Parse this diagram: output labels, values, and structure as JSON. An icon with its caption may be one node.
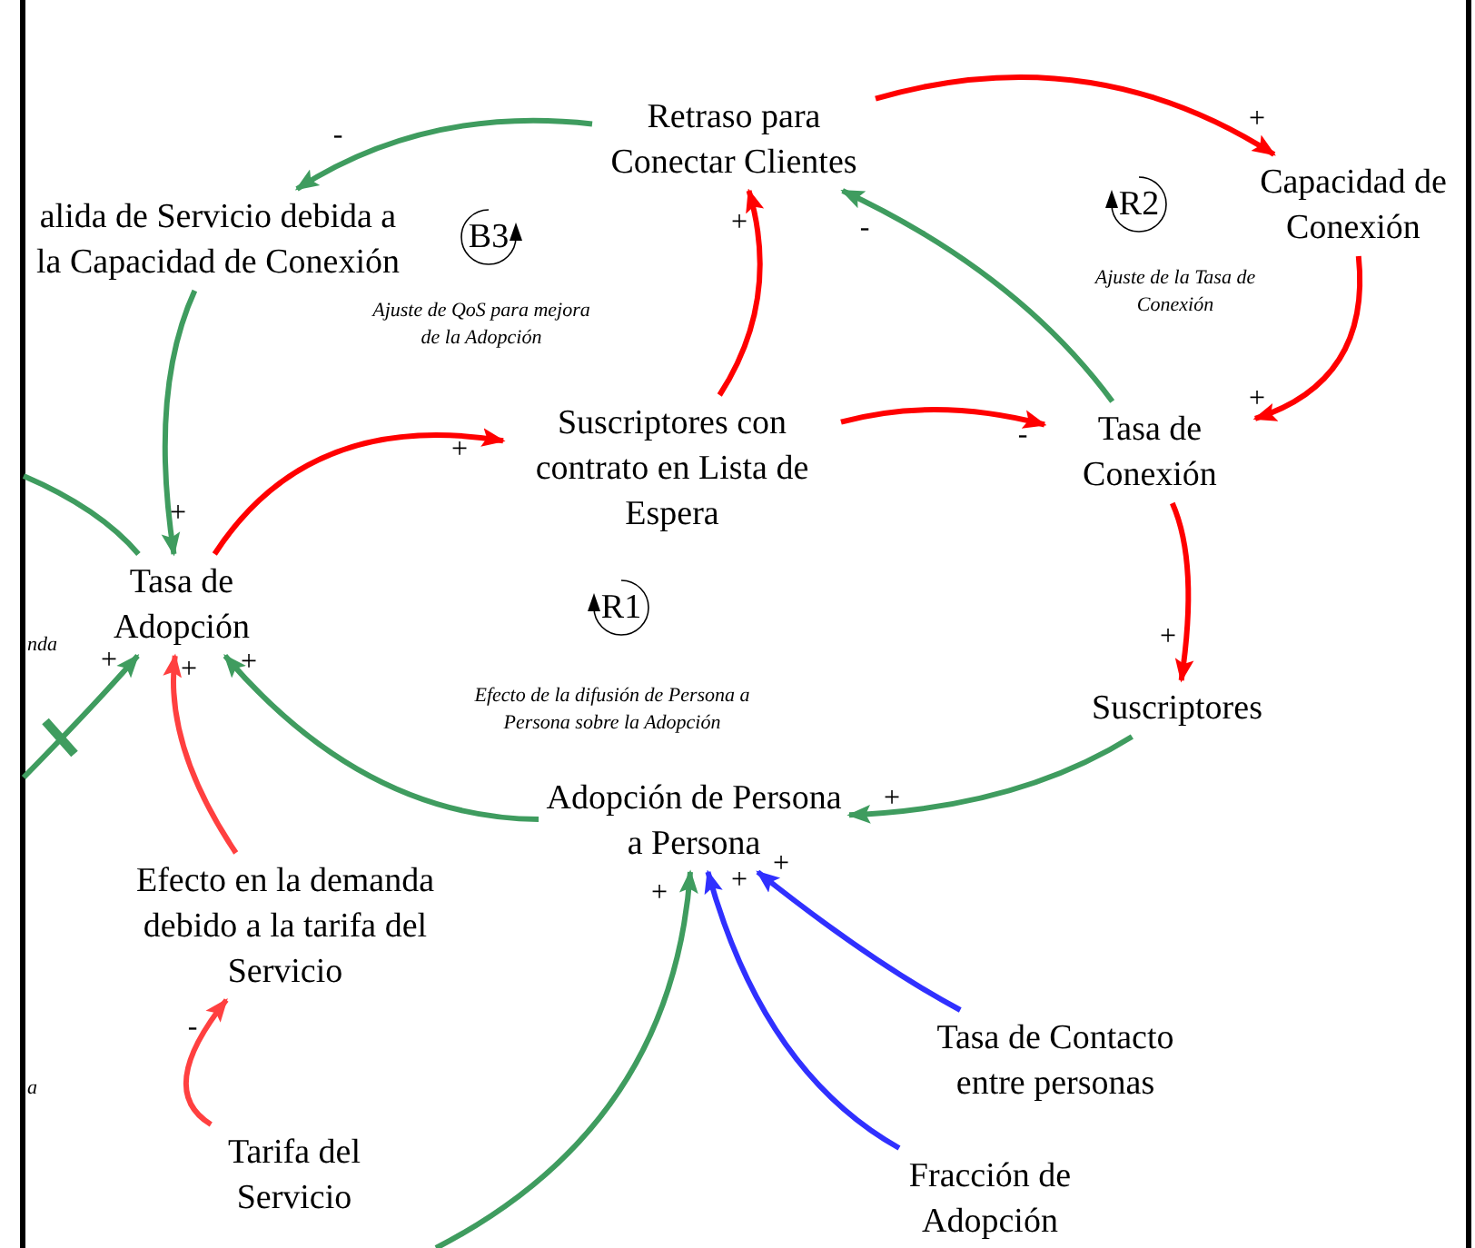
{
  "diagram": {
    "nodes": [
      {
        "text": [
          "Retraso para Conectar Clientes"
        ]
      },
      {
        "text": [
          "alida de Servicio debida a la Capacidad de Conexión"
        ]
      },
      {
        "text": [
          "Capacidad de Conexión"
        ]
      },
      {
        "text": [
          "Suscriptores con contrato en Lista de Espera"
        ]
      },
      {
        "text": [
          "Tasa de Conexión"
        ]
      },
      {
        "text": [
          "Tasa de Adopción"
        ]
      },
      {
        "text": [
          "Suscriptores"
        ]
      },
      {
        "text": [
          "Adopción de Persona a Persona"
        ]
      },
      {
        "text": [
          "Efecto en la demanda debido a la tarifa del Servicio"
        ]
      },
      {
        "text": [
          "Tasa de Contacto entre personas"
        ]
      },
      {
        "text": [
          "Tarifa del Servicio"
        ]
      },
      {
        "text": [
          "Fracción de Adopción"
        ]
      }
    ],
    "edges": [
      {
        "from": 0,
        "to": 1,
        "arrow": "to",
        "label": "-",
        "color": "#3f9c5f"
      },
      {
        "from": 1,
        "to": 5,
        "arrow": "to",
        "label": "+",
        "color": "#3f9c5f"
      },
      {
        "from": 5,
        "to": 3,
        "arrow": "to",
        "label": "+",
        "color": "#ff0000"
      },
      {
        "from": 3,
        "to": 0,
        "arrow": "to",
        "label": "+",
        "color": "#ff0000"
      },
      {
        "from": 3,
        "to": 4,
        "arrow": "to",
        "label": "-",
        "color": "#ff0000"
      },
      {
        "from": 4,
        "to": 0,
        "arrow": "to",
        "label": "-",
        "color": "#3f9c5f"
      },
      {
        "from": 0,
        "to": 2,
        "arrow": "to",
        "label": "+",
        "color": "#ff0000"
      },
      {
        "from": 2,
        "to": 4,
        "arrow": "to",
        "label": "+",
        "color": "#ff0000"
      },
      {
        "from": 4,
        "to": 6,
        "arrow": "to",
        "label": "+",
        "color": "#ff0000"
      },
      {
        "from": 6,
        "to": 7,
        "arrow": "to",
        "label": "+",
        "color": "#3f9c5f"
      },
      {
        "from": 7,
        "to": 5,
        "arrow": "to",
        "label": "+",
        "color": "#3f9c5f"
      },
      {
        "from": 8,
        "to": 5,
        "arrow": "to",
        "label": "+",
        "color": "#ff4040"
      },
      {
        "from": 10,
        "to": 8,
        "arrow": "to",
        "label": "-",
        "color": "#ff4040"
      },
      {
        "from": 9,
        "to": 7,
        "arrow": "to",
        "label": "+",
        "color": "#3030ff"
      },
      {
        "from": 11,
        "to": 7,
        "arrow": "to",
        "label": "+",
        "color": "#3030ff"
      },
      {
        "from": null,
        "to": 5,
        "arrow": "to",
        "label": "+",
        "color": "#3f9c5f"
      },
      {
        "from": null,
        "to": 7,
        "arrow": "to",
        "label": "+",
        "color": "#3f9c5f"
      },
      {
        "from": 5,
        "to": null,
        "arrow": "none",
        "color": "#3f9c5f"
      }
    ],
    "labels": [
      "R2",
      "B3",
      "Ajuste de la Tasa de Conexión",
      "Ajuste de QoS para mejora de la Adopción",
      "R1",
      "nda",
      "Efecto de la difusión de Persona a Persona sobre la Adopción",
      "a"
    ]
  }
}
